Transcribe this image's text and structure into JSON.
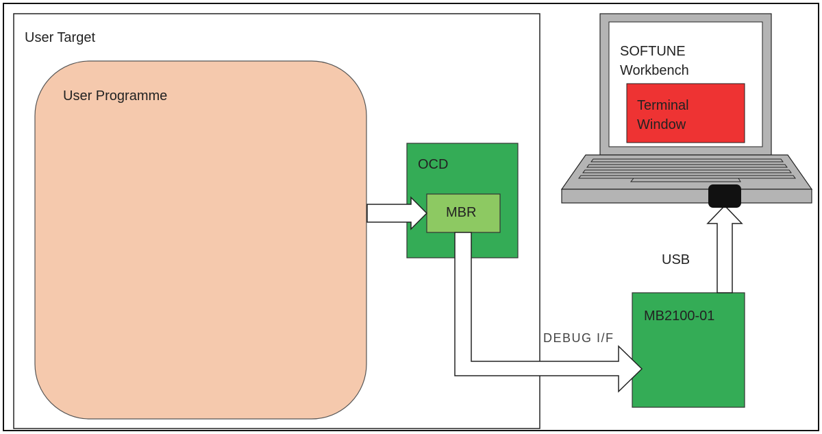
{
  "diagram": {
    "user_target_label": "User Target",
    "user_programme_label": "User Programme",
    "ocd_label": "OCD",
    "mbr_label": "MBR",
    "softune_line1": "SOFTUNE",
    "softune_line2": "Workbench",
    "terminal_line1": "Terminal",
    "terminal_line2": "Window",
    "usb_label": "USB",
    "debug_if_label": "DEBUG I/F",
    "board_label": "MB2100-01"
  },
  "colors": {
    "user_programme_fill": "#f5c9ad",
    "ocd_fill": "#34ac56",
    "mbr_fill": "#8dc962",
    "board_fill": "#34ac56",
    "terminal_fill": "#ee3333",
    "laptop_gray": "#b4b4b4"
  }
}
